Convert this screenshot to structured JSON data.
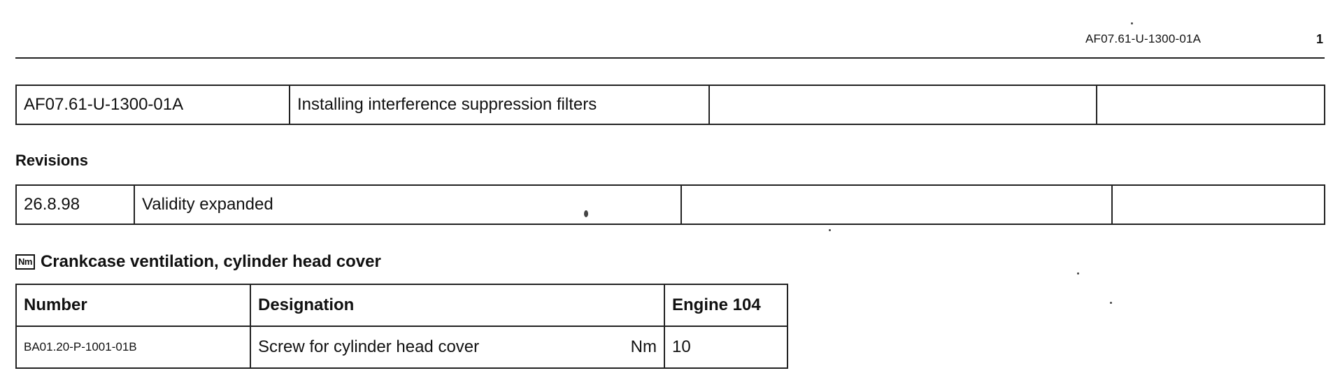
{
  "header": {
    "doc_number": "AF07.61-U-1300-01A",
    "page_number": "1"
  },
  "title_row": {
    "doc_number": "AF07.61-U-1300-01A",
    "title": "Installing interference suppression filters",
    "cell3": "",
    "cell4": ""
  },
  "revisions": {
    "label": "Revisions",
    "rows": [
      {
        "date": "26.8.98",
        "description": "Validity expanded",
        "cell3": "",
        "cell4": ""
      }
    ]
  },
  "section": {
    "icon_text": "Nm",
    "heading": "Crankcase ventilation, cylinder head cover"
  },
  "torque_table": {
    "headers": [
      "Number",
      "Designation",
      "Engine 104"
    ],
    "rows": [
      {
        "number": "BA01.20-P-1001-01B",
        "designation": "Screw for cylinder head cover",
        "unit": "Nm",
        "value": "10"
      }
    ]
  }
}
